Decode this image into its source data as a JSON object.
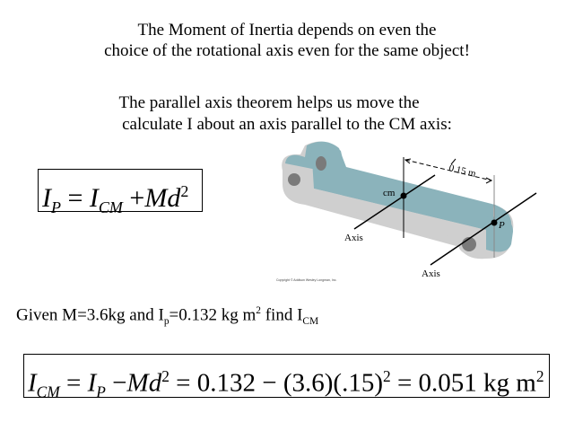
{
  "title": {
    "line1": "The Moment of Inertia depends on even the",
    "line2": "choice of the rotational axis even for the same object!"
  },
  "subtitle": {
    "line1": "The parallel axis theorem helps us move the",
    "line2": "calculate I about an axis parallel to the CM axis:"
  },
  "formula": {
    "I": "I",
    "P": "P",
    "eq": "=",
    "CM": "CM",
    "plus": "+",
    "Md": "Md",
    "exp": "2"
  },
  "figure": {
    "distance_label": "0.15 m",
    "cm_label": "cm",
    "p_label": "P",
    "axis_label_1": "Axis",
    "axis_label_2": "Axis",
    "copyright": "Copyright © Addison Wesley Longman, Inc.",
    "colors": {
      "top": "#8bb3bb",
      "side": "#cfcfcf",
      "hole": "#7a7a7a"
    }
  },
  "problem": {
    "given": "Given M=3.6kg and I",
    "p_sub": "p",
    "mid": "=0.132 kg m",
    "sq": "2",
    "find": " find I",
    "cm_sub": "CM"
  },
  "solution": {
    "lhs": "I",
    "lhs_sub": "CM",
    "eq1": " = ",
    "ip": "I",
    "ip_sub": "P",
    "minus": " −",
    "md": "Md",
    "sq1": "2",
    "mid": " = 0.132 − (3.6)(.15)",
    "sq2": "2",
    "result": " = 0.051 kg m",
    "sq3": "2"
  }
}
